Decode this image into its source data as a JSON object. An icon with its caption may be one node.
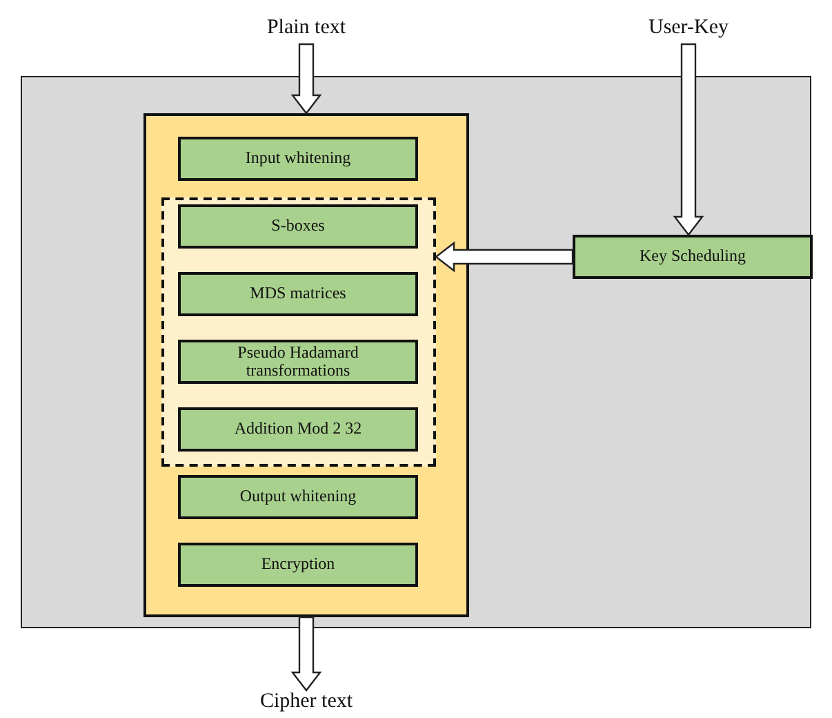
{
  "diagram": {
    "nodes": [
      {
        "text": [],
        "shape": "box"
      },
      {
        "text": [],
        "shape": "box",
        "in": 0
      },
      {
        "text": [
          "Input whitening"
        ],
        "in": 1
      },
      {
        "text": [],
        "shape": "box",
        "in": 1
      },
      {
        "text": [
          "S-boxes"
        ],
        "in": 3
      },
      {
        "text": [
          "MDS matrices"
        ],
        "in": 3
      },
      {
        "text": [
          "Pseudo Hadamard transformations"
        ],
        "in": 3
      },
      {
        "text": [
          "Addition Mod 2 32"
        ],
        "in": 3
      },
      {
        "text": [
          "Output whitening"
        ],
        "in": 1
      },
      {
        "text": [
          "Encryption"
        ],
        "in": 1
      },
      {
        "text": [
          "Key Scheduling"
        ],
        "in": 0
      },
      {
        "text": [
          "Plain text"
        ]
      },
      {
        "text": [
          "User-Key"
        ]
      },
      {
        "text": [
          "Cipher text"
        ]
      }
    ],
    "edges": [
      {
        "from": 11,
        "to": 1,
        "arrow": "to"
      },
      {
        "from": 12,
        "to": 10,
        "arrow": "to"
      },
      {
        "from": 10,
        "to": 3,
        "arrow": "to"
      },
      {
        "from": 1,
        "to": 13,
        "arrow": "to"
      }
    ]
  }
}
